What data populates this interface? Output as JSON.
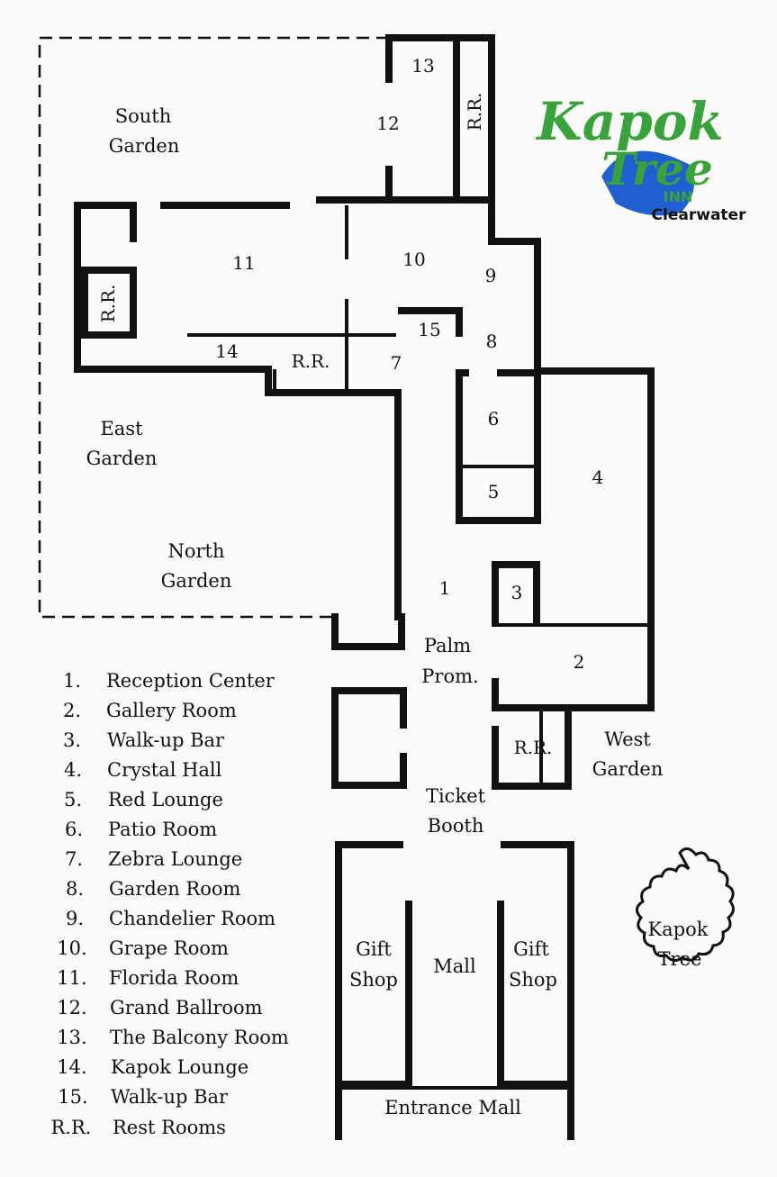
{
  "logo": {
    "line1": "Kapok",
    "line2": "Tree",
    "inn": "INN",
    "city": "Clearwater",
    "colors": {
      "green": "#3aa23c",
      "blue": "#1f5fd0"
    }
  },
  "areas": {
    "south_garden": [
      "South",
      "Garden"
    ],
    "east_garden": [
      "East",
      "Garden"
    ],
    "north_garden": [
      "North",
      "Garden"
    ],
    "west_garden": [
      "West",
      "Garden"
    ],
    "palm_prom": [
      "Palm",
      "Prom."
    ],
    "ticket_booth": [
      "Ticket",
      "Booth"
    ],
    "gift_shop_left": [
      "Gift",
      "Shop"
    ],
    "gift_shop_right": [
      "Gift",
      "Shop"
    ],
    "mall": "Mall",
    "entrance_mall": "Entrance Mall",
    "kapok_tree": [
      "Kapok",
      "Tree"
    ]
  },
  "room_numbers": {
    "r1": "1",
    "r2": "2",
    "r3": "3",
    "r4": "4",
    "r5": "5",
    "r6": "6",
    "r7": "7",
    "r8": "8",
    "r9": "9",
    "r10": "10",
    "r11": "11",
    "r12": "12",
    "r13": "13",
    "r14": "14",
    "r15": "15",
    "rr_top": "R.R.",
    "rr_left": "R.R.",
    "rr_mid": "R.R.",
    "rr_right": "R.R."
  },
  "legend": [
    {
      "key": "1.",
      "label": "Reception Center"
    },
    {
      "key": "2.",
      "label": "Gallery Room"
    },
    {
      "key": "3.",
      "label": "Walk-up Bar"
    },
    {
      "key": "4.",
      "label": "Crystal Hall"
    },
    {
      "key": "5.",
      "label": "Red Lounge"
    },
    {
      "key": "6.",
      "label": "Patio Room"
    },
    {
      "key": "7.",
      "label": "Zebra Lounge"
    },
    {
      "key": "8.",
      "label": "Garden Room"
    },
    {
      "key": "9.",
      "label": "Chandelier Room"
    },
    {
      "key": "10.",
      "label": "Grape Room"
    },
    {
      "key": "11.",
      "label": "Florida Room"
    },
    {
      "key": "12.",
      "label": "Grand Ballroom"
    },
    {
      "key": "13.",
      "label": "The Balcony Room"
    },
    {
      "key": "14.",
      "label": "Kapok Lounge"
    },
    {
      "key": "15.",
      "label": "Walk-up Bar"
    },
    {
      "key": "R.R.",
      "label": "Rest Rooms"
    }
  ]
}
